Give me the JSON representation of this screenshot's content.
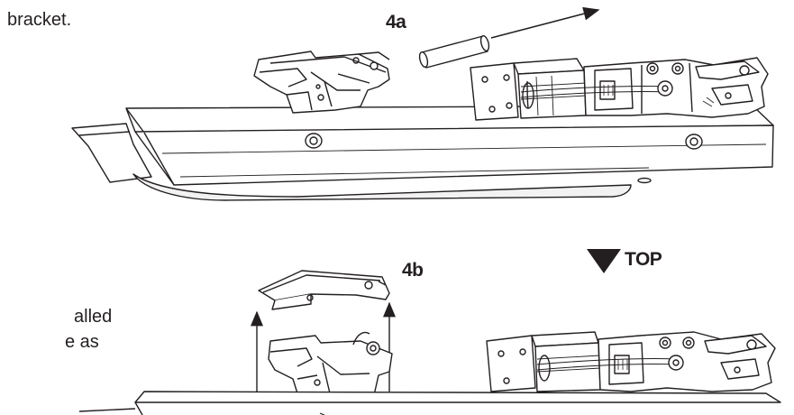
{
  "text": {
    "line1": "bracket.",
    "line2": "alled",
    "line3": "e as"
  },
  "labels": {
    "step_4a": "4a",
    "step_4b": "4b",
    "top": "TOP"
  },
  "colors": {
    "ink": "#231f20",
    "shade": "#e6e6e6",
    "background": "#ffffff"
  }
}
